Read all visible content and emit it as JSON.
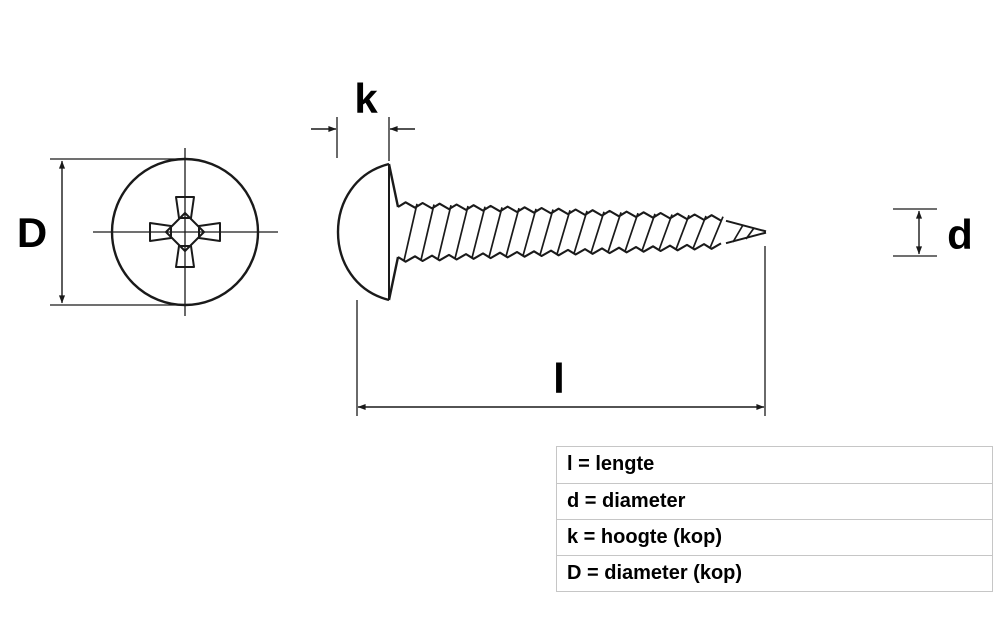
{
  "diagram": {
    "labels": {
      "length": "l",
      "shaft_diameter": "d",
      "head_height": "k",
      "head_diameter": "D"
    },
    "legend": {
      "rows": [
        "l = lengte",
        "d = diameter",
        "k = hoogte (kop)",
        "D = diameter (kop)"
      ]
    },
    "colors": {
      "line": "#1a1a1a",
      "text": "#000000",
      "table_border": "#c6c6c6",
      "background": "#ffffff"
    }
  }
}
